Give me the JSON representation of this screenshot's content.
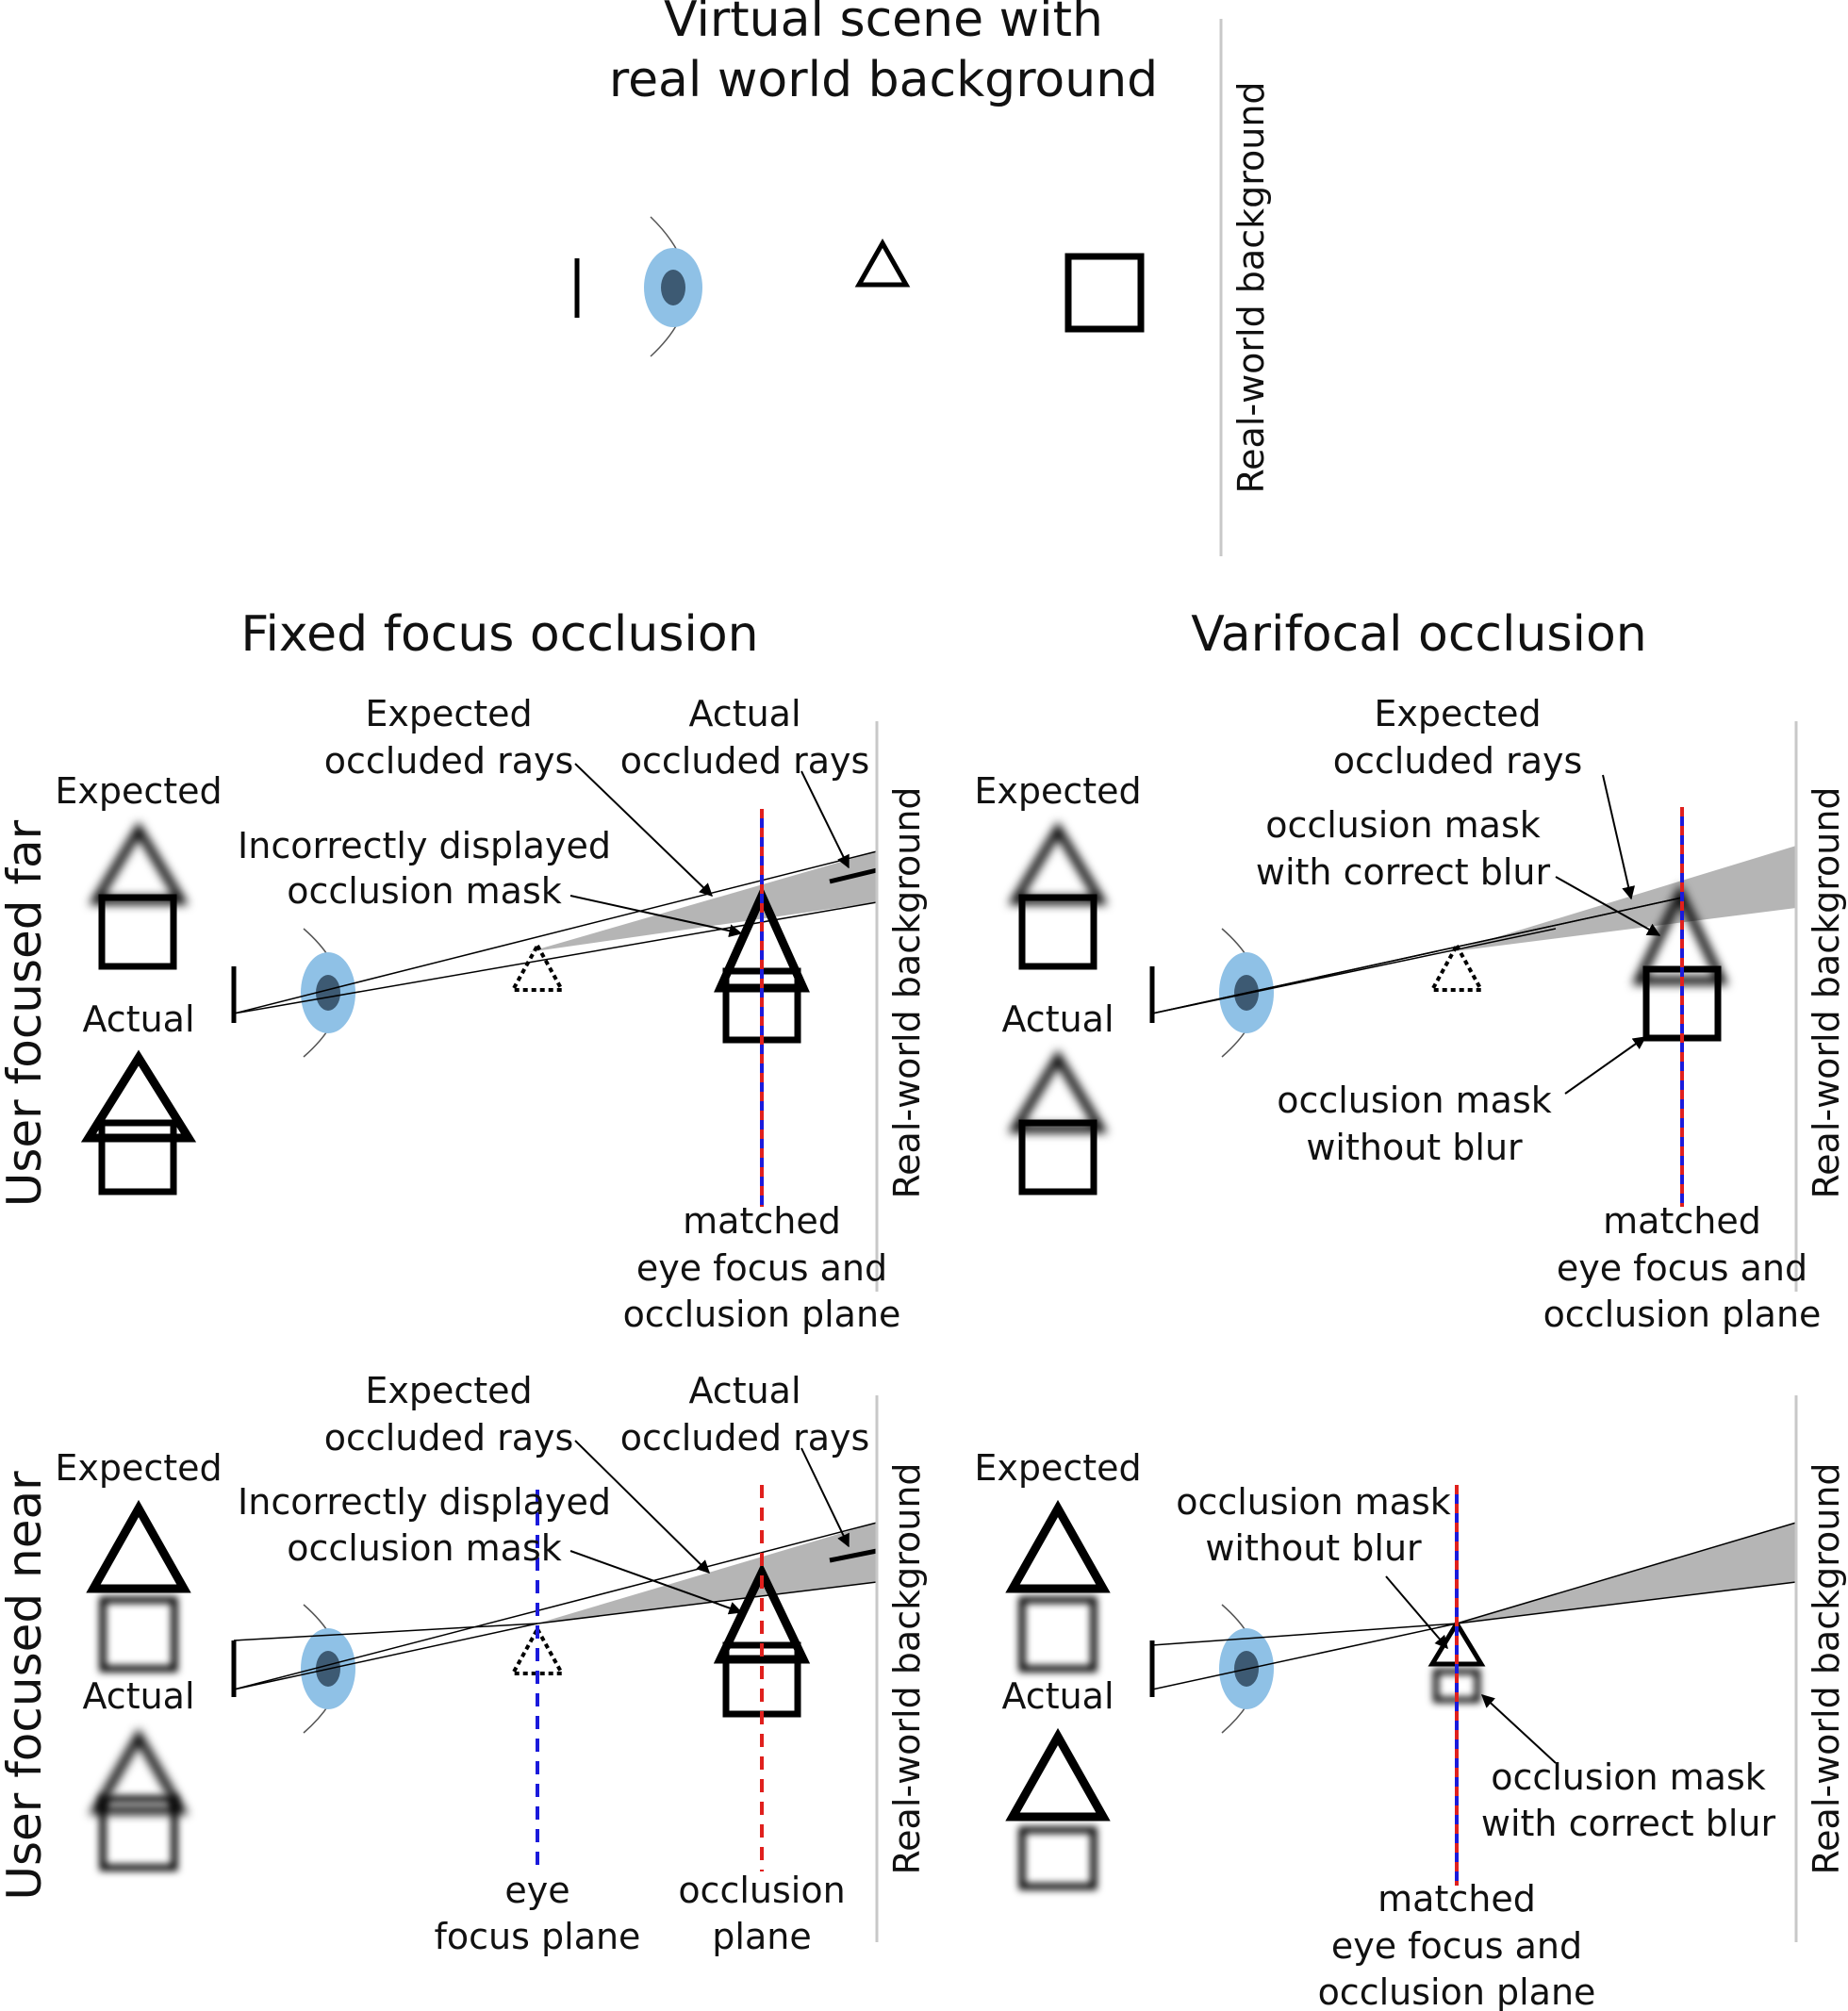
{
  "top": {
    "title_line1": "Virtual scene with",
    "title_line2": "real world background",
    "background_label": "Real-world background"
  },
  "columns": {
    "left_title": "Fixed focus occlusion",
    "right_title": "Varifocal occlusion"
  },
  "rows": {
    "far": "User focused far",
    "near": "User focused near"
  },
  "fixed_far": {
    "expected": "Expected",
    "actual": "Actual",
    "expected_rays_1": "Expected",
    "expected_rays_2": "occluded rays",
    "actual_rays_1": "Actual",
    "actual_rays_2": "occluded rays",
    "mask_1": "Incorrectly displayed",
    "mask_2": "occlusion mask",
    "plane_1": "matched",
    "plane_2": "eye focus and",
    "plane_3": "occlusion plane",
    "background_label": "Real-world background"
  },
  "vari_far": {
    "expected": "Expected",
    "actual": "Actual",
    "expected_rays_1": "Expected",
    "expected_rays_2": "occluded rays",
    "blur_mask_1": "occlusion mask",
    "blur_mask_2": "with correct blur",
    "sharp_mask_1": "occlusion mask",
    "sharp_mask_2": "without blur",
    "plane_1": "matched",
    "plane_2": "eye focus and",
    "plane_3": "occlusion plane",
    "background_label": "Real-world background"
  },
  "fixed_near": {
    "expected": "Expected",
    "actual": "Actual",
    "expected_rays_1": "Expected",
    "expected_rays_2": "occluded rays",
    "actual_rays_1": "Actual",
    "actual_rays_2": "occluded rays",
    "mask_1": "Incorrectly displayed",
    "mask_2": "occlusion mask",
    "eye_plane_1": "eye",
    "eye_plane_2": "focus plane",
    "occ_plane_1": "occlusion",
    "occ_plane_2": "plane",
    "background_label": "Real-world background"
  },
  "vari_near": {
    "expected": "Expected",
    "actual": "Actual",
    "sharp_mask_1": "occlusion mask",
    "sharp_mask_2": "without blur",
    "blur_mask_1": "occlusion mask",
    "blur_mask_2": "with correct blur",
    "plane_1": "matched",
    "plane_2": "eye focus and",
    "plane_3": "occlusion plane",
    "background_label": "Real-world background"
  },
  "colors": {
    "iris": "#8fc1e6",
    "pupil": "#3d5a73",
    "ray_fill": "#b5b5b5",
    "eye_focus_plane": "#1a1adb",
    "occlusion_plane": "#e0201d",
    "background_line": "#c8c8c8"
  }
}
